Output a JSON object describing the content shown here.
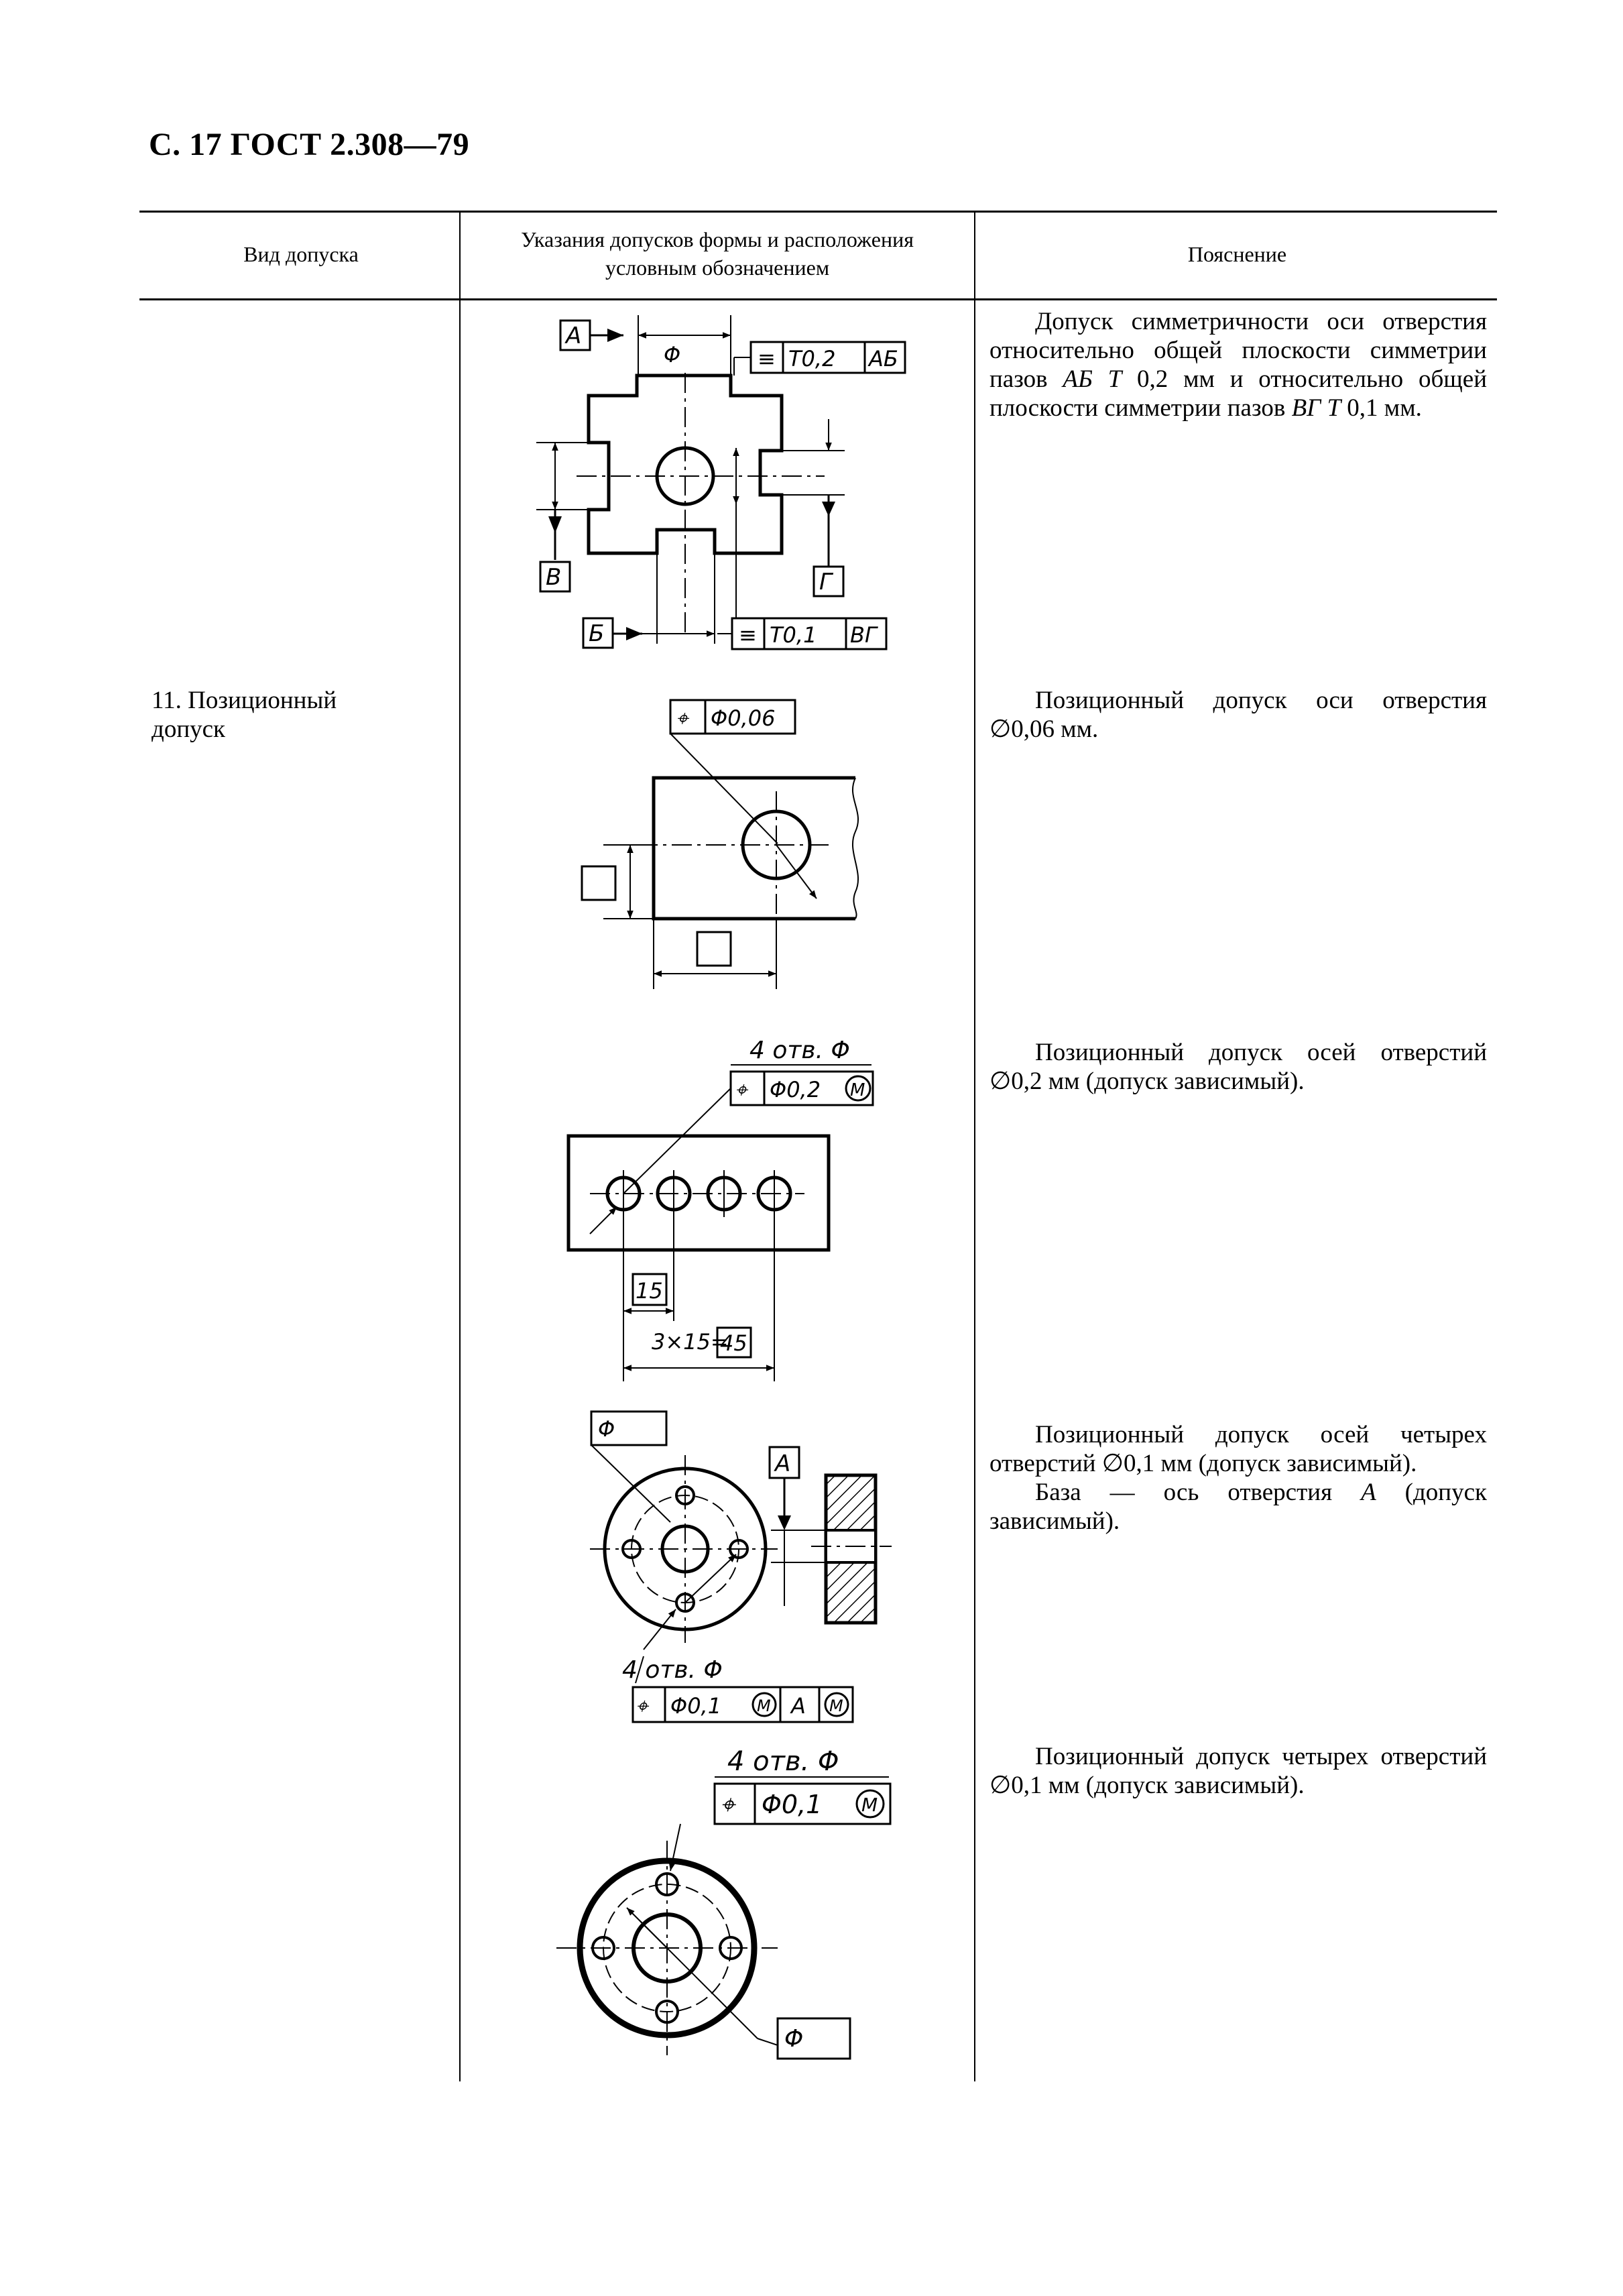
{
  "page": {
    "header": "С. 17 ГОСТ 2.308—79"
  },
  "table": {
    "columns": [
      "Вид допуска",
      "Указания допусков формы и расположения условным обозначением",
      "Пояснение"
    ],
    "col2_line1": "Указания допусков формы и расположения",
    "col2_line2": "условным обозначением"
  },
  "rows": [
    {
      "kind": "",
      "explanation_parts": [
        "Допуск симметричности оси отверстия относительно общей плоскости симметрии пазов ",
        "АБ Т",
        " 0,2 мм и относительно общей плоскости симметрии пазов ",
        "ВГ Т",
        " 0,1 мм."
      ],
      "drawing_labels": {
        "datum_a": "А",
        "phi": "Φ",
        "frame1_sym": "≡",
        "frame1_tol": "T0,2",
        "frame1_datum": "АБ",
        "datum_v": "В",
        "datum_g": "Г",
        "datum_b": "Б",
        "frame2_sym": "≡",
        "frame2_tol": "T0,1",
        "frame2_datum": "ВГ"
      }
    },
    {
      "kind": "11. Позиционный допуск",
      "kind_line1": "11. Позиционный",
      "kind_line2": "допуск",
      "explanation_parts": [
        "Позиционный допуск оси отверстия ∅0,06 мм."
      ],
      "drawing_labels": {
        "frame_sym": "⌖",
        "frame_tol": "Φ0,06"
      }
    },
    {
      "kind": "",
      "explanation_parts": [
        "Позиционный допуск осей отверстий ∅0,2 мм (допуск зависимый)."
      ],
      "drawing_labels": {
        "note": "4 отв. Φ",
        "frame_sym": "⌖",
        "frame_tol": "Φ0,2",
        "modifier": "M",
        "dim1": "15",
        "dim2_prefix": "3×15=",
        "dim2_value": "45"
      }
    },
    {
      "kind": "",
      "explanation_parts": [
        "Позиционный допуск осей четырех отверстий ∅0,1 мм (допуск зависимый).",
        "База — ось отверстия ",
        "А",
        " (допуск зависимый)."
      ],
      "drawing_labels": {
        "phi_box": "Φ",
        "datum_a": "А",
        "note": "4 отв. Φ",
        "frame_sym": "⌖",
        "frame_tol": "Φ0,1",
        "modifier": "M",
        "frame_datum": "А",
        "datum_modifier": "M"
      }
    },
    {
      "kind": "",
      "explanation_parts": [
        "Позиционный допуск четырех отверстий ∅0,1 мм (допуск зависимый)."
      ],
      "drawing_labels": {
        "note": "4 отв. Φ",
        "frame_sym": "⌖",
        "frame_tol": "Φ0,1",
        "modifier": "M",
        "phi_box": "Φ"
      }
    }
  ]
}
